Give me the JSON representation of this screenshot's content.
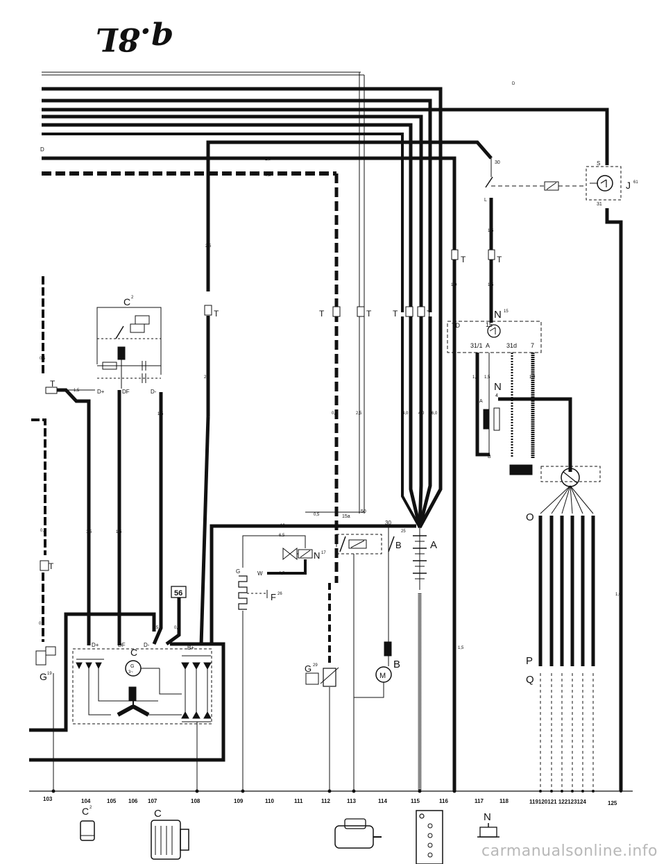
{
  "page_note": "q.8L",
  "watermark": "carmanualsonline.info",
  "rails": {
    "n103": "103",
    "n104": "104",
    "n105": "105",
    "n106": "106",
    "n107": "107",
    "n108": "108",
    "n109": "109",
    "n110": "110",
    "n111": "111",
    "n112": "112",
    "n113": "113",
    "n114": "114",
    "n115": "115",
    "n116": "116",
    "n117": "117",
    "n118": "118",
    "n119_124": "119120121 122123124",
    "n125": "125"
  },
  "components": {
    "C2": "C",
    "C2_sup": "2",
    "C": "C",
    "G_sym": "G",
    "G_sub": "3~",
    "N": "N",
    "N4": "4",
    "N15": "N",
    "N15_sup": "15",
    "N17": "N",
    "N17_sup": "17",
    "F26": "F",
    "F26_sup": "26",
    "G29": "G",
    "G29_sup": "29",
    "G19": "G",
    "G19_sup": "19",
    "J61": "J",
    "J61_sup": "61",
    "A": "A",
    "B": "B",
    "B2": "B",
    "M": "M",
    "O": "O",
    "P": "P",
    "Q": "Q",
    "box56": "56",
    "T": "T"
  },
  "terminals": {
    "t30a": "30",
    "tL": "L",
    "tS": "S",
    "t31": "31",
    "tTD": "TD",
    "t15": "15",
    "t31_1": "31/1",
    "tA": "A",
    "t31d": "31d",
    "t7": "7",
    "tA2": "A",
    "tB": "B",
    "tDplus": "D+",
    "tDF": "DF",
    "tDminus": "D-",
    "tDplus2": "D+",
    "tDF2": "DF",
    "tD2": "D-",
    "tBplus": "B+",
    "t15a": "15a",
    "t50": "50",
    "t30b": "30",
    "tG": "G",
    "tW": "W",
    "tD": "D"
  },
  "wire_sizes": {
    "w10a": "1,0",
    "w05a": "0,5",
    "w25a": "2,5",
    "w25b": "2,5",
    "w15a": "1,5",
    "w15b": "1,5",
    "w10b": "1,0",
    "w15c": "1,5",
    "w15d": "1,5",
    "w15e": "1,5",
    "w10c": "1,0",
    "w05b": "0,5",
    "w25c": "2,5",
    "w40a": "4,0",
    "w40b": "4,0",
    "w60": "6,0",
    "w05c": "0,5",
    "w10d": "10",
    "w65": "6,5",
    "w05d": "0,5",
    "w25": "25",
    "w15f": "1,5",
    "w15g": "1,5",
    "w15h": "1,5",
    "w05e": "0,5",
    "w05f": "0,5",
    "w05g": "0,5",
    "w15i": "1,5",
    "w05h": "0,5",
    "w15j": "1,5",
    "w10e": "1,0"
  }
}
